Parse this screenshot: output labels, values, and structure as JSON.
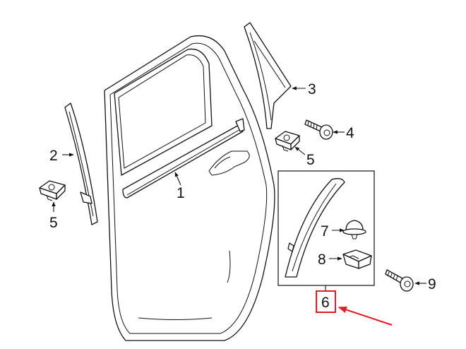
{
  "callouts": {
    "c1": "1",
    "c2": "2",
    "c3": "3",
    "c4": "4",
    "c5a": "5",
    "c5b": "5",
    "c6": "6",
    "c7": "7",
    "c8": "8",
    "c9": "9"
  },
  "colors": {
    "line": "#111111",
    "highlight": "#e31b23",
    "background": "#ffffff"
  }
}
